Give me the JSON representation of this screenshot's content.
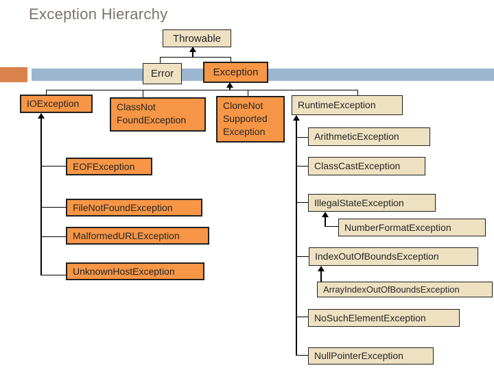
{
  "slide": {
    "title": "Exception Hierarchy"
  },
  "colors": {
    "box_orange": "#F79646",
    "box_tan": "#EEE1C1",
    "bar_blue": "#9CB6D0",
    "bar_orange": "#D9824C",
    "title_gray": "#7C7269",
    "line_black": "#000000"
  },
  "nodes": {
    "throwable": {
      "label": "Throwable",
      "style": "tan"
    },
    "error": {
      "label": "Error",
      "style": "tan"
    },
    "exception": {
      "label": "Exception",
      "style": "orange"
    },
    "io_exception": {
      "label": "IOException",
      "style": "orange"
    },
    "class_not_found": {
      "label": "ClassNot\nFoundException",
      "style": "orange"
    },
    "clone_not_supported": {
      "label": "CloneNot\nSupported\nException",
      "style": "orange"
    },
    "runtime_exception": {
      "label": "RuntimeException",
      "style": "tan"
    },
    "eof_exception": {
      "label": "EOFException",
      "style": "orange"
    },
    "file_not_found": {
      "label": "FileNotFoundException",
      "style": "orange"
    },
    "malformed_url": {
      "label": "MalformedURLException",
      "style": "orange"
    },
    "unknown_host": {
      "label": "UnknownHostException",
      "style": "orange"
    },
    "arithmetic": {
      "label": "ArithmeticException",
      "style": "tan"
    },
    "class_cast": {
      "label": "ClassCastException",
      "style": "tan"
    },
    "illegal_state": {
      "label": "IllegalStateException",
      "style": "tan"
    },
    "number_format": {
      "label": "NumberFormatException",
      "style": "tan"
    },
    "index_out_of_bounds": {
      "label": "IndexOutOfBoundsException",
      "style": "tan"
    },
    "array_index_out_of_bounds": {
      "label": "ArrayIndexOutOfBoundsException",
      "style": "tan"
    },
    "no_such_element": {
      "label": "NoSuchElementException",
      "style": "tan"
    },
    "null_pointer": {
      "label": "NullPointerException",
      "style": "tan"
    }
  },
  "edges": [
    [
      "Throwable",
      "Error"
    ],
    [
      "Throwable",
      "Exception"
    ],
    [
      "Exception",
      "IOException"
    ],
    [
      "Exception",
      "ClassNotFoundException"
    ],
    [
      "Exception",
      "CloneNotSupportedException"
    ],
    [
      "Exception",
      "RuntimeException"
    ],
    [
      "IOException",
      "EOFException"
    ],
    [
      "IOException",
      "FileNotFoundException"
    ],
    [
      "IOException",
      "MalformedURLException"
    ],
    [
      "IOException",
      "UnknownHostException"
    ],
    [
      "RuntimeException",
      "ArithmeticException"
    ],
    [
      "RuntimeException",
      "ClassCastException"
    ],
    [
      "RuntimeException",
      "IllegalStateException"
    ],
    [
      "RuntimeException",
      "IndexOutOfBoundsException"
    ],
    [
      "RuntimeException",
      "NoSuchElementException"
    ],
    [
      "RuntimeException",
      "NullPointerException"
    ],
    [
      "IllegalStateException",
      "NumberFormatException"
    ],
    [
      "IndexOutOfBoundsException",
      "ArrayIndexOutOfBoundsException"
    ]
  ]
}
